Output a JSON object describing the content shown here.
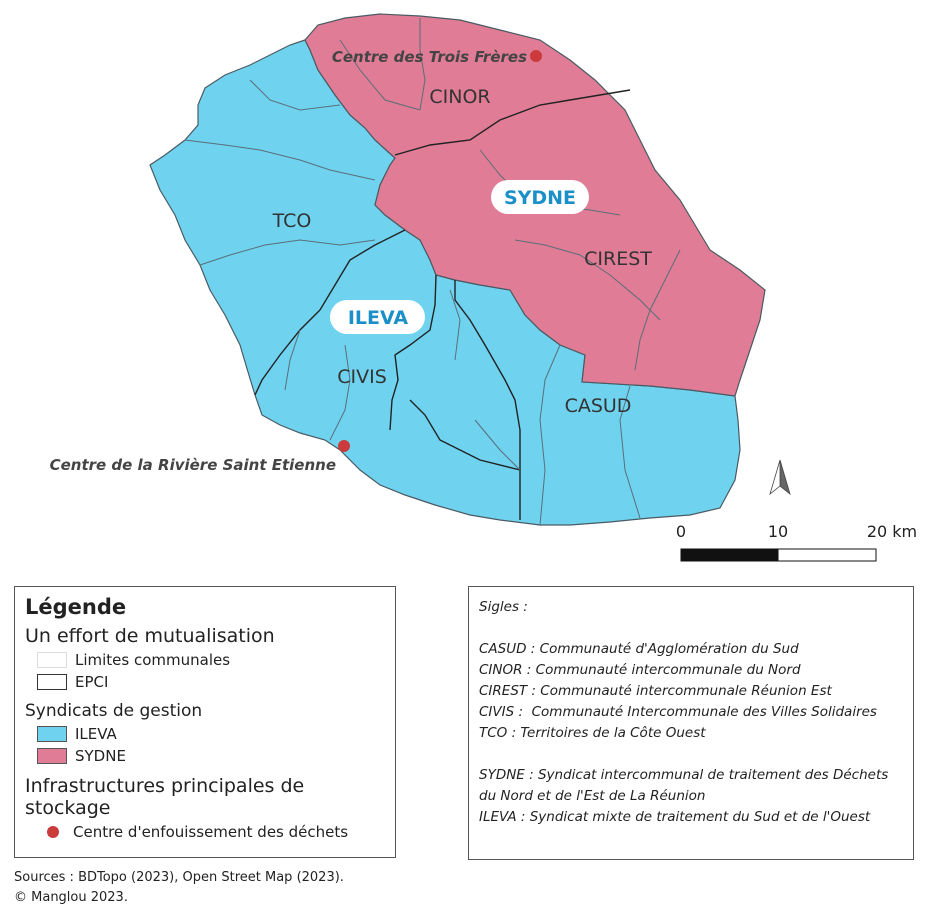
{
  "map": {
    "regions": {
      "cinor": "CINOR",
      "tco": "TCO",
      "cirest": "CIREST",
      "civis": "CIVIS",
      "casud": "CASUD"
    },
    "syndicates": {
      "sydne": "SYDNE",
      "ileva": "ILEVA"
    },
    "centers": {
      "trois_freres": "Centre des Trois Frères",
      "riviere": "Centre de la Rivière Saint Etienne"
    },
    "scale": {
      "tick_0": "0",
      "tick_10": "10",
      "tick_20": "20 km"
    },
    "colors": {
      "ileva": "#6fd3f0",
      "sydne": "#e07c96",
      "center_dot": "#cc3b3b",
      "boundary": "#5a6e78"
    },
    "north_arrow_icon": "north-arrow-icon"
  },
  "legend": {
    "title": "Légende",
    "section1": "Un effort de mutualisation",
    "limites": "Limites communales",
    "epci": "EPCI",
    "section2": "Syndicats de gestion",
    "ileva": "ILEVA",
    "sydne": "SYDNE",
    "section3": "Infrastructures principales de stockage",
    "centre": "Centre d'enfouissement des déchets"
  },
  "sigles": {
    "title": "Sigles :",
    "lines1": [
      "CASUD : Communauté d'Agglomération du Sud",
      "CINOR : Communauté intercommunale du Nord",
      "CIREST : Communauté intercommunale Réunion Est",
      "CIVIS :  Communauté Intercommunale des Villes Solidaires",
      "TCO : Territoires de la Côte Ouest"
    ],
    "lines2": [
      "SYDNE : Syndicat intercommunal de traitement des Déchets",
      "du Nord et de l'Est de La Réunion",
      "ILEVA : Syndicat mixte de traitement du Sud et de l'Ouest"
    ]
  },
  "sources": {
    "line1": "Sources : BDTopo (2023), Open Street Map (2023).",
    "line2": "© Manglou 2023."
  }
}
